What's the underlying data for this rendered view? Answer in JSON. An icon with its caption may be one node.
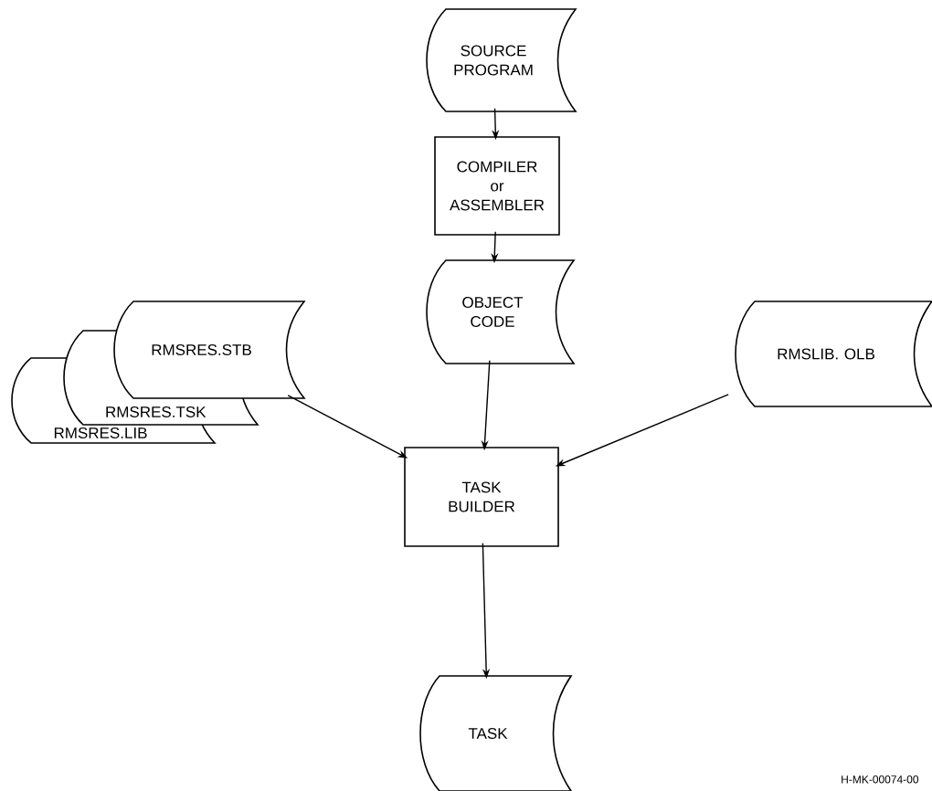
{
  "diagram": {
    "nodes": [
      {
        "text": [
          "SOURCE PROGRAM"
        ]
      },
      {
        "text": [
          "COMPILER or ASSEMBLER"
        ]
      },
      {
        "text": [
          "OBJECT CODE"
        ]
      },
      {
        "text": [
          "RMSRES.STB"
        ]
      },
      {
        "text": [
          "RMSRES.TSK"
        ]
      },
      {
        "text": [
          "RMSRES.LIB"
        ]
      },
      {
        "text": [
          "RMSLIB. OLB"
        ]
      },
      {
        "text": [
          "TASK BUILDER"
        ]
      },
      {
        "text": [
          "TASK"
        ]
      }
    ],
    "edges": [
      {
        "from": 0,
        "to": 1,
        "arrow": "to"
      },
      {
        "from": 1,
        "to": 2,
        "arrow": "to"
      },
      {
        "from": 2,
        "to": 7,
        "arrow": "to"
      },
      {
        "from": 3,
        "to": 7,
        "arrow": "to"
      },
      {
        "from": 6,
        "to": 7,
        "arrow": "to"
      },
      {
        "from": 7,
        "to": 8,
        "arrow": "to"
      }
    ],
    "labels": [
      "H-MK-00074-00"
    ]
  }
}
